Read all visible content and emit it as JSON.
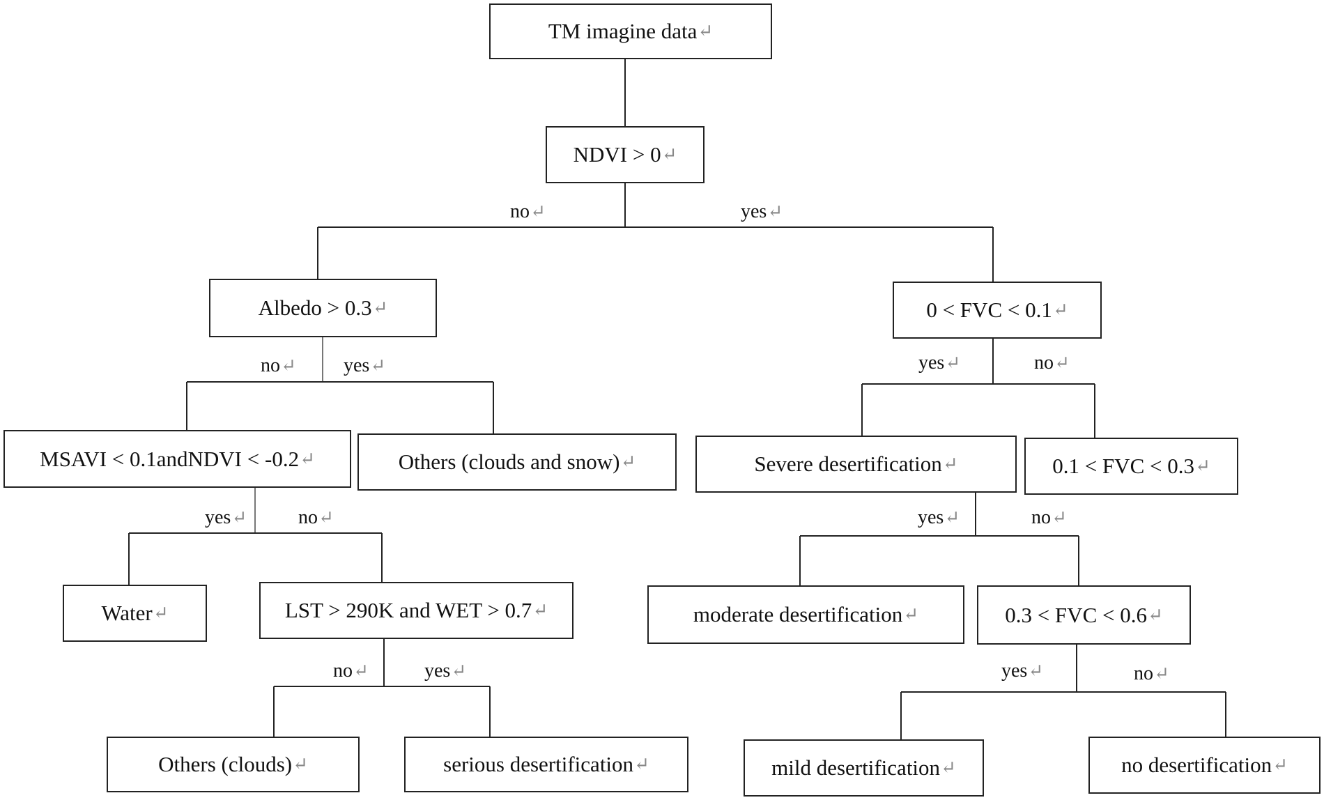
{
  "return_mark": "↵",
  "nodes": {
    "tm": "TM imagine data",
    "ndvi": "NDVI > 0",
    "albedo": "Albedo > 0.3",
    "fvc01": "0 < FVC < 0.1",
    "msavi": "MSAVI < 0.1andNDVI < -0.2",
    "others_cs": "Others (clouds and snow)",
    "severe": "Severe desertification",
    "fvc13": "0.1 < FVC < 0.3",
    "water": "Water",
    "lst": "LST > 290K and WET > 0.7",
    "moderate": "moderate desertification",
    "fvc36": "0.3 < FVC < 0.6",
    "others_c": "Others (clouds)",
    "serious": "serious desertification",
    "mild": "mild desertification",
    "none": "no desertification"
  },
  "labels": {
    "ndvi_no": "no",
    "ndvi_yes": "yes",
    "albedo_no": "no",
    "albedo_yes": "yes",
    "fvc01_yes": "yes",
    "fvc01_no": "no",
    "msavi_yes": "yes",
    "msavi_no": "no",
    "severe_yes": "yes",
    "severe_no": "no",
    "lst_no": "no",
    "lst_yes": "yes",
    "fvc36_yes": "yes",
    "fvc36_no": "no"
  }
}
